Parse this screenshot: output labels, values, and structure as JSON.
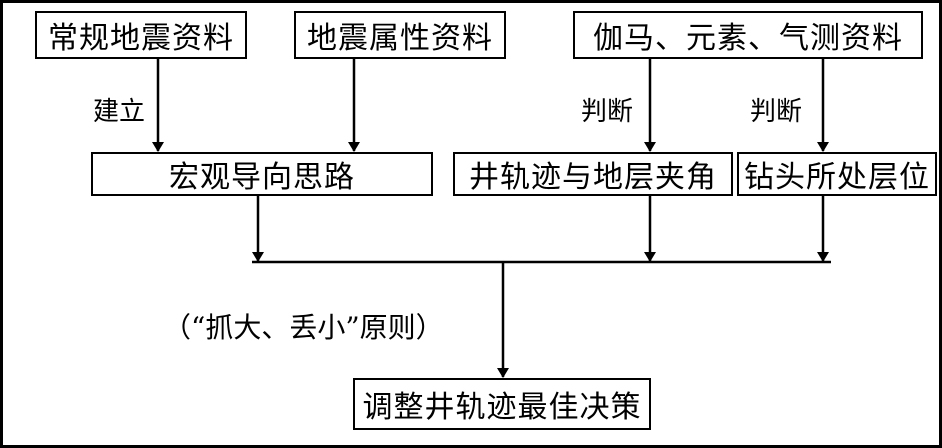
{
  "boxes": {
    "conventional_seismic": "常规地震资料",
    "seismic_attribute": "地震属性资料",
    "gamma_element_gas": "伽马、元素、气测资料",
    "macro_guidance": "宏观导向思路",
    "well_formation_angle": "井轨迹与地层夹角",
    "bit_layer_position": "钻头所处层位",
    "adjust_trajectory": "调整井轨迹最佳决策"
  },
  "edge_labels": {
    "build": "建立",
    "judge_left": "判断",
    "judge_right": "判断",
    "principle": "（“抓大、丢小”原则）"
  }
}
